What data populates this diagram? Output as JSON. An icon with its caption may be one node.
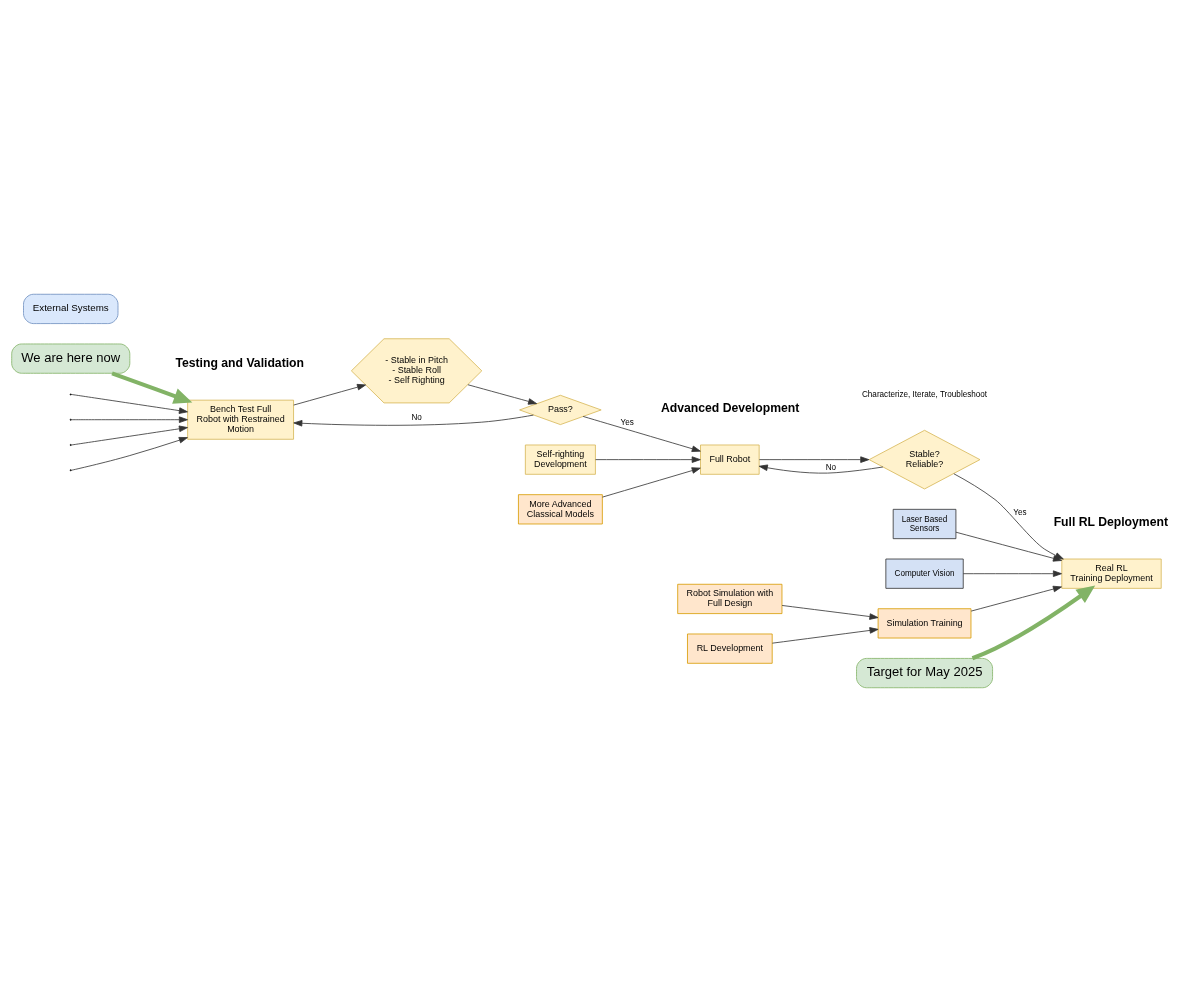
{
  "diagram": {
    "nodes": [
      {
        "text": [
          "We are here now"
        ]
      },
      {
        "text": [
          "Bench Test Full Robot with Restrained Motion"
        ]
      },
      {
        "text": [
          "Pass?"
        ]
      },
      {
        "text": [
          "- Stable in Pitch - Stable Roll - Self Righting"
        ]
      },
      {
        "text": [
          "External Systems"
        ]
      },
      {
        "text": [
          "Laser Based Sensors"
        ]
      },
      {
        "text": [
          "Computer Vision"
        ]
      },
      {
        "text": [
          "Full Robot"
        ]
      },
      {
        "text": [
          "Stable? Reliable?"
        ]
      },
      {
        "text": [
          "Self-righting Development"
        ]
      },
      {
        "text": [
          "More Advanced Classical Models"
        ]
      },
      {
        "text": [
          "Robot Simulation with Full Design"
        ]
      },
      {
        "text": [
          "RL Development"
        ]
      },
      {
        "text": [
          "Simulation Training"
        ]
      },
      {
        "text": [
          "Target for May 2025"
        ]
      },
      {
        "text": [
          "Real RL Training Deployment"
        ]
      }
    ],
    "edges": [
      {
        "from": null,
        "to": 1,
        "arrow": "to"
      },
      {
        "from": null,
        "to": 1,
        "arrow": "to"
      },
      {
        "from": null,
        "to": 1,
        "arrow": "to"
      },
      {
        "from": null,
        "to": 1,
        "arrow": "to"
      },
      {
        "from": 0,
        "to": 1,
        "arrow": "to",
        "style": "thick",
        "color": "#82b366"
      },
      {
        "from": 1,
        "to": 3,
        "arrow": "to"
      },
      {
        "from": 3,
        "to": 2,
        "arrow": "to"
      },
      {
        "from": 2,
        "to": 1,
        "arrow": "to",
        "label": "No"
      },
      {
        "from": 2,
        "to": 7,
        "arrow": "to",
        "label": "Yes"
      },
      {
        "from": 7,
        "to": 8,
        "arrow": "to"
      },
      {
        "from": 8,
        "to": 7,
        "arrow": "to",
        "label": "No"
      },
      {
        "from": 9,
        "to": 7,
        "arrow": "to"
      },
      {
        "from": 10,
        "to": 7,
        "arrow": "to"
      },
      {
        "from": 8,
        "to": 15,
        "arrow": "to",
        "label": "Yes"
      },
      {
        "from": 5,
        "to": 15,
        "arrow": "to"
      },
      {
        "from": 6,
        "to": 15,
        "arrow": "to"
      },
      {
        "from": 11,
        "to": 13,
        "arrow": "to"
      },
      {
        "from": 12,
        "to": 13,
        "arrow": "to"
      },
      {
        "from": 13,
        "to": 15,
        "arrow": "to"
      },
      {
        "from": 14,
        "to": 15,
        "arrow": "to",
        "style": "thick",
        "color": "#82b366"
      }
    ],
    "labels": [
      "Testing and Validation",
      "Advanced Development",
      "Full RL Deployment",
      "Characterize, Iterate, Troubleshoot"
    ]
  }
}
